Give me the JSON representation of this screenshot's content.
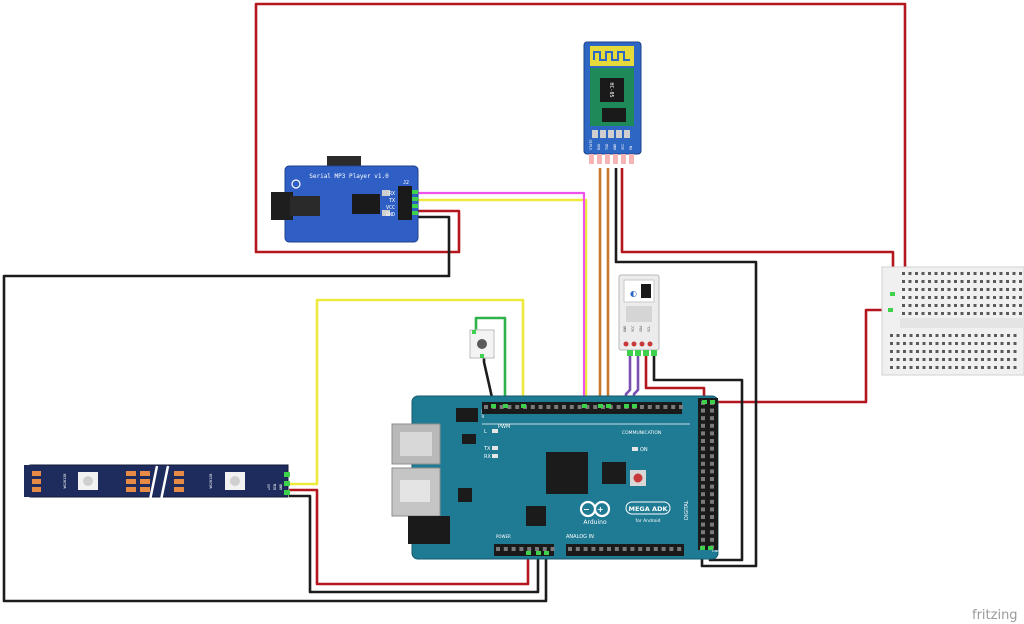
{
  "watermark": "fritzing",
  "mp3_module": {
    "title": "Serial MP3 Player v1.0",
    "pins": [
      "RX",
      "TX",
      "VCC",
      "GND"
    ],
    "header_label": "J2"
  },
  "bluetooth_module": {
    "chip_label": "HC-05",
    "pins": [
      "STATE",
      "RXD",
      "TXD",
      "GND",
      "VCC",
      "EN"
    ]
  },
  "rtc_module": {
    "pins": [
      "GND",
      "VCC",
      "SDA",
      "SCL"
    ]
  },
  "led_strip": {
    "chip_label": "WS2812B",
    "pad_labels": [
      "+5V",
      "DIN",
      "GND"
    ]
  },
  "arduino": {
    "name": "Arduino",
    "model": "MEGA ADK",
    "model_sub": "for Android",
    "labels": {
      "pwm": "PWM",
      "communication": "COMMUNICATION",
      "analog_in": "ANALOG IN",
      "power": "POWER",
      "digital": "DIGITAL",
      "tx": "TX",
      "rx": "RX",
      "l": "L",
      "on": "ON",
      "aref": "AREF",
      "gnd": "GND"
    }
  },
  "wire_colors": {
    "power": "#b3161c",
    "ground": "#1c1c1c",
    "signal_yellow": "#eeea3c",
    "signal_pink": "#ee54ec",
    "signal_orange": "#c8782a",
    "signal_green": "#2fb24a",
    "signal_purple": "#7a4fb0"
  }
}
